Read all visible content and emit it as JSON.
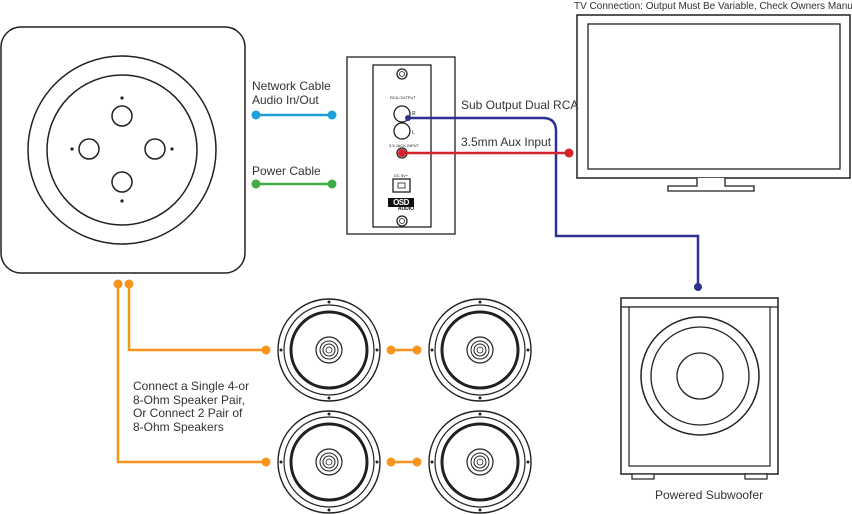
{
  "labels": {
    "tv_connection": "TV Connection: Output Must Be Variable, Check Owners Manual",
    "network_cable_line1": "Network Cable",
    "network_cable_line2": "Audio In/Out",
    "power_cable": "Power Cable",
    "sub_output": "Sub Output Dual RCA",
    "aux_input": "3.5mm Aux Input",
    "connect_line1": "Connect a Single 4-or",
    "connect_line2": "8-Ohm Speaker Pair,",
    "connect_line3": "Or Connect 2 Pair of",
    "connect_line4": "8-Ohm Speakers",
    "powered_subwoofer": "Powered Subwoofer"
  },
  "wall_plate": {
    "rca_output": "RCA OUTPUT",
    "r": "R",
    "l": "L",
    "jack_input": "3.5 JACK INPUT",
    "dc": "DC 5V+",
    "logo_top": "OSD",
    "logo_bottom": "AUDIO"
  },
  "colors": {
    "network_cable": "#1ea1d9",
    "power_cable": "#3fae49",
    "sub_cable": "#2e3192",
    "aux_cable": "#d2232a",
    "speaker_wire": "#f7941d",
    "outline": "#231f20"
  },
  "icons": {
    "smart_speaker": "echo-dot-icon",
    "tv": "tv-icon",
    "subwoofer": "subwoofer-icon",
    "ceiling_speaker": "ceiling-speaker-icon"
  }
}
